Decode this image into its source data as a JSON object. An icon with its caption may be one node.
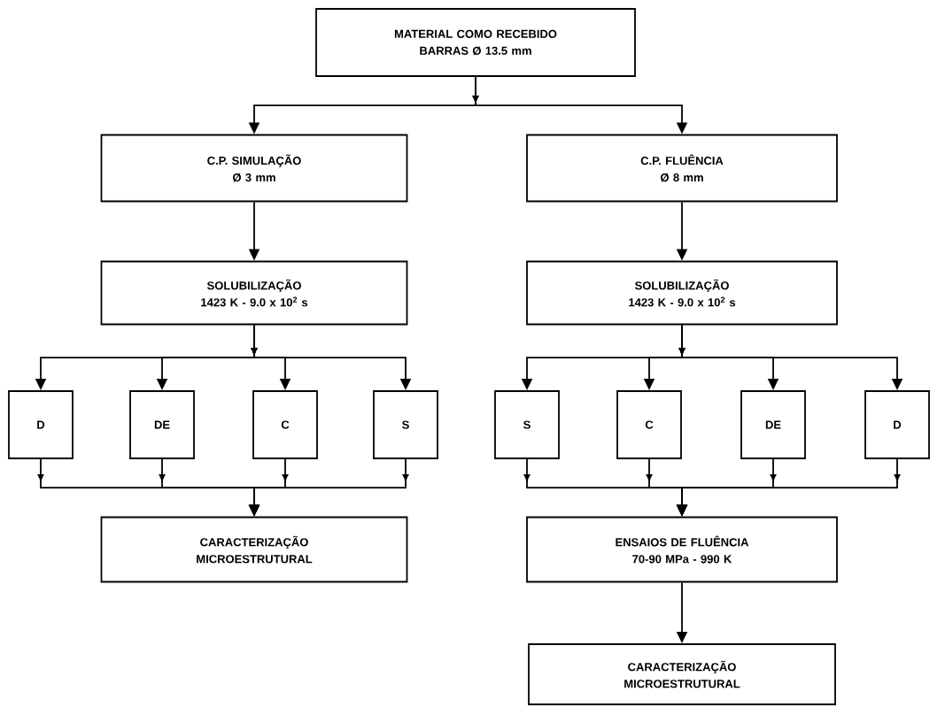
{
  "diagram": {
    "nodes": [
      {
        "text": [
          "MATERIAL COMO RECEBIDO",
          "BARRAS Ø 13.5 mm"
        ]
      },
      {
        "text": [
          "C.P. SIMULAÇÃO",
          "Ø 3 mm"
        ]
      },
      {
        "text": [
          "C.P. FLUÊNCIA",
          "Ø 8 mm"
        ]
      },
      {
        "text": [
          "SOLUBILIZAÇÃO",
          "1423 K - 9.0 x 10$^{2}$ s"
        ]
      },
      {
        "text": [
          "SOLUBILIZAÇÃO",
          "1423 K - 9.0 x 10$^{2}$ s"
        ]
      },
      {
        "text": [
          "D"
        ]
      },
      {
        "text": [
          "DE"
        ]
      },
      {
        "text": [
          "C"
        ]
      },
      {
        "text": [
          "S"
        ]
      },
      {
        "text": [
          "S"
        ]
      },
      {
        "text": [
          "C"
        ]
      },
      {
        "text": [
          "DE"
        ]
      },
      {
        "text": [
          "D"
        ]
      },
      {
        "text": [
          "CARACTERIZAÇÃO MICROESTRUTURAL"
        ]
      },
      {
        "text": [
          "ENSAIOS DE FLUÊNCIA",
          "70-90 MPa - 990 K"
        ]
      },
      {
        "text": [
          "CARACTERIZAÇÃO MICROESTRUTURAL"
        ]
      }
    ],
    "edges": [
      {
        "from": 0,
        "to": 1,
        "arrow": "to"
      },
      {
        "from": 0,
        "to": 2,
        "arrow": "to"
      },
      {
        "from": 1,
        "to": 3,
        "arrow": "to"
      },
      {
        "from": 2,
        "to": 4,
        "arrow": "to"
      },
      {
        "from": 3,
        "to": 5,
        "arrow": "to"
      },
      {
        "from": 3,
        "to": 6,
        "arrow": "to"
      },
      {
        "from": 3,
        "to": 7,
        "arrow": "to"
      },
      {
        "from": 3,
        "to": 8,
        "arrow": "to"
      },
      {
        "from": 4,
        "to": 9,
        "arrow": "to"
      },
      {
        "from": 4,
        "to": 10,
        "arrow": "to"
      },
      {
        "from": 4,
        "to": 11,
        "arrow": "to"
      },
      {
        "from": 4,
        "to": 12,
        "arrow": "to"
      },
      {
        "from": 5,
        "to": 13,
        "arrow": "to"
      },
      {
        "from": 6,
        "to": 13,
        "arrow": "to"
      },
      {
        "from": 7,
        "to": 13,
        "arrow": "to"
      },
      {
        "from": 8,
        "to": 13,
        "arrow": "to"
      },
      {
        "from": 9,
        "to": 14,
        "arrow": "to"
      },
      {
        "from": 10,
        "to": 14,
        "arrow": "to"
      },
      {
        "from": 11,
        "to": 14,
        "arrow": "to"
      },
      {
        "from": 12,
        "to": 14,
        "arrow": "to"
      },
      {
        "from": 14,
        "to": 15,
        "arrow": "to"
      }
    ]
  }
}
